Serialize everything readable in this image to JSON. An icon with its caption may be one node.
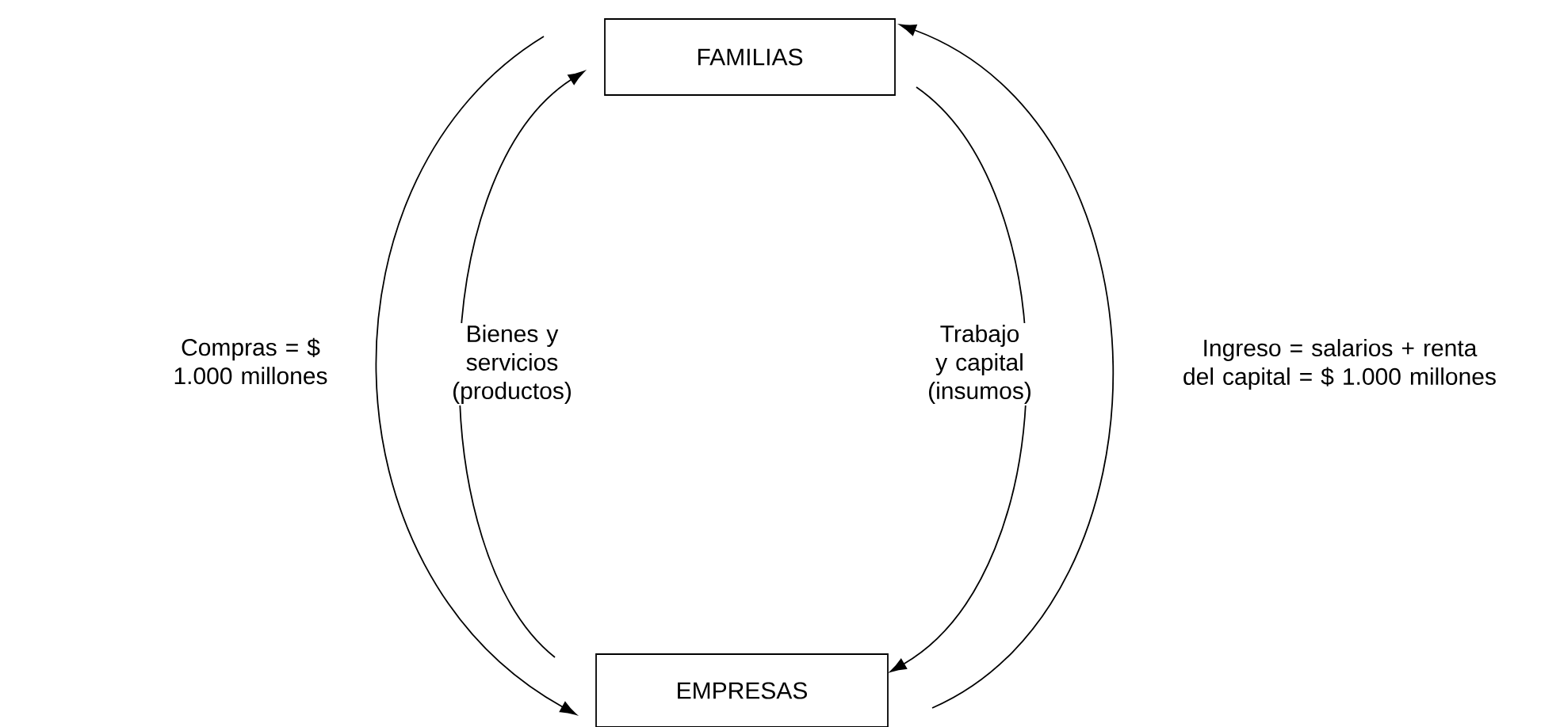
{
  "diagram": {
    "nodes": [
      {
        "text": [
          "FAMILIAS"
        ]
      },
      {
        "text": [
          "EMPRESAS"
        ]
      }
    ],
    "edges": [
      {
        "from": 0,
        "to": 1,
        "arrow": "to",
        "label": "Compras = $ 1.000 millones"
      },
      {
        "from": 1,
        "to": 0,
        "arrow": "to",
        "label": "Bienes y servicios (productos)"
      },
      {
        "from": 0,
        "to": 1,
        "arrow": "to",
        "label": "Trabajo y capital (insumos)"
      },
      {
        "from": 1,
        "to": 0,
        "arrow": "to",
        "label": "Ingreso = salarios + renta del capital = $ 1.000 millones"
      }
    ]
  }
}
